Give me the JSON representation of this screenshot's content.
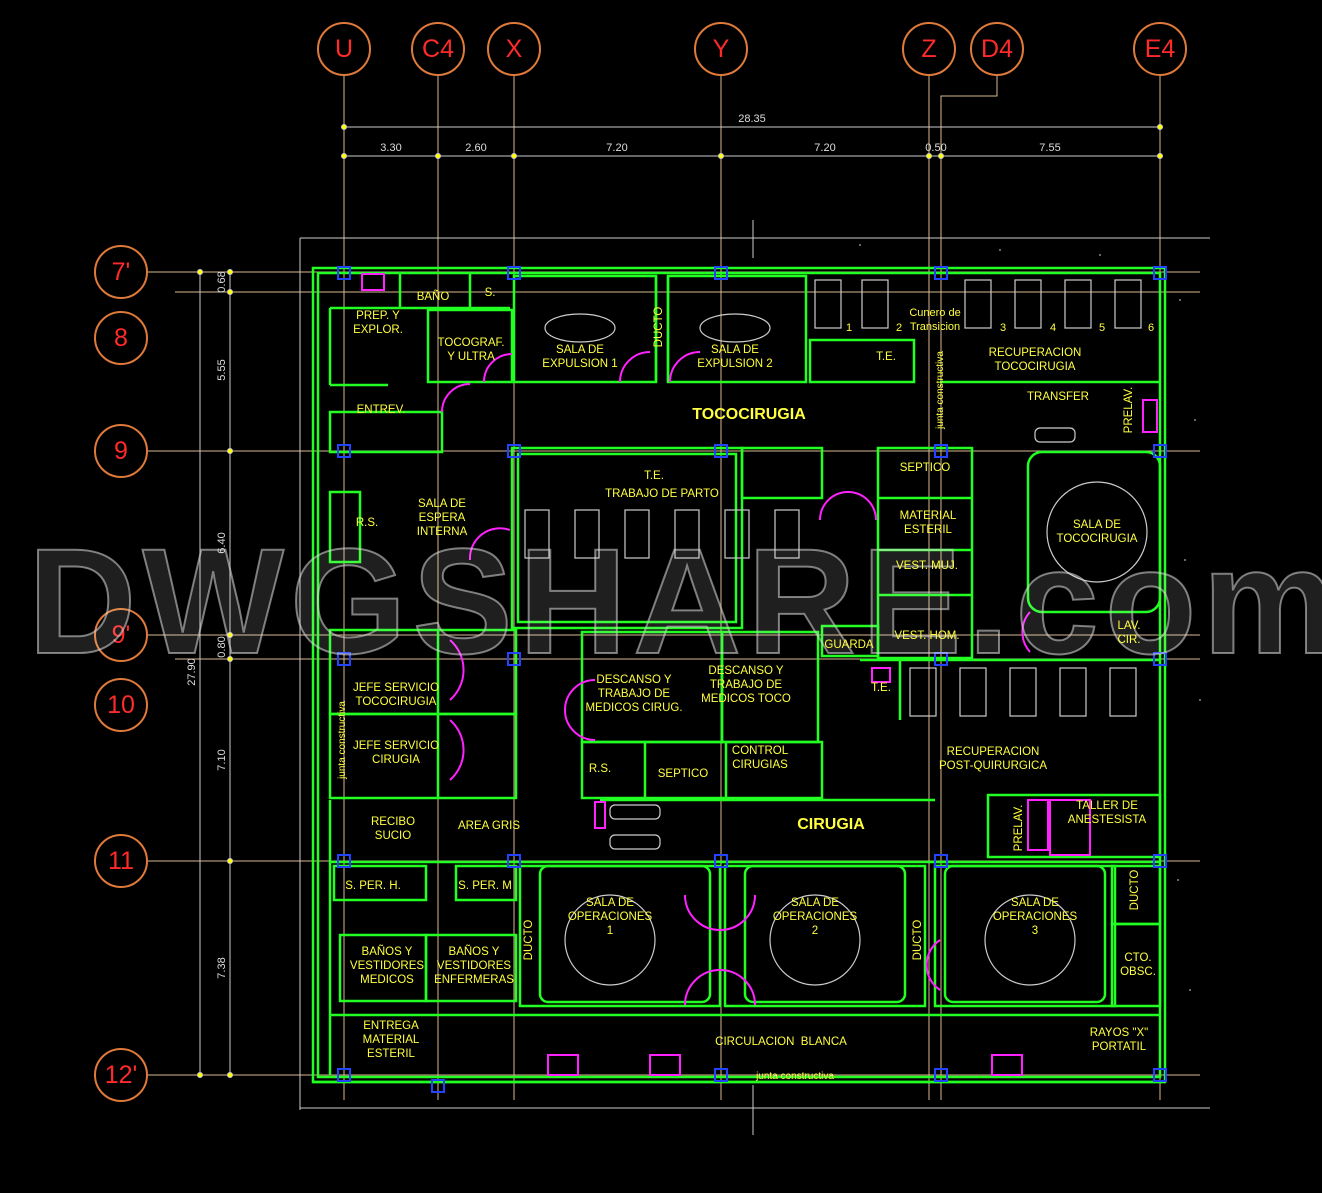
{
  "column_axes": [
    "U",
    "C4",
    "X",
    "Y",
    "Z",
    "D4",
    "E4"
  ],
  "row_axes": [
    "7'",
    "8",
    "9",
    "9'",
    "10",
    "11",
    "12'"
  ],
  "top_dimensions": {
    "total": "28.35",
    "segments": [
      "3.30",
      "2.60",
      "7.20",
      "7.20",
      "0.50",
      "7.55"
    ]
  },
  "left_dimensions": {
    "total": "27.90",
    "segments": [
      "0.68",
      "5.55",
      "6.40",
      "0.80",
      "7.10",
      "7.38"
    ]
  },
  "rooms": {
    "bano": "BAÑO",
    "s": "S.",
    "prep": "PREP. Y\nEXPLOR.",
    "tocograf": "TOCOGRAF.\nY ULTRA",
    "expulsion1": "SALA DE\nEXPULSION 1",
    "expulsion2": "SALA DE\nEXPULSION 2",
    "ducto": "DUCTO",
    "cunero": "Cunero de\nTransicion",
    "te": "T.E.",
    "recup_toco": "RECUPERACION\nTOCOCIRUGIA",
    "transfer": "TRANSFER",
    "prelav": "PRELAV.",
    "tococirugia": "TOCOCIRUGIA",
    "entrev": "ENTREV.",
    "trabajo_parto": "TRABAJO DE PARTO",
    "septico": "SEPTICO",
    "material_esteril": "MATERIAL\nESTERIL",
    "vest_muj": "VEST. MUJ.",
    "vest_hom": "VEST. HOM.",
    "sala_toco": "SALA DE\nTOCOCIRUGIA",
    "lav_cir": "LAV.\nCIR.",
    "rs": "R.S.",
    "sala_espera": "SALA DE\nESPERA\nINTERNA",
    "guarda": "GUARDA",
    "jefe_toco": "JEFE SERVICIO\nTOCOCIRUGIA",
    "jefe_cir": "JEFE SERVICIO\nCIRUGIA",
    "descanso_cir": "DESCANSO Y\nTRABAJO DE\nMEDICOS CIRUG.",
    "descanso_toco": "DESCANSO Y\nTRABAJO DE\nMEDICOS TOCO",
    "control": "CONTROL\nCIRUGIAS",
    "recup_post": "RECUPERACION\nPOST-QUIRURGICA",
    "recibo": "RECIBO\nSUCIO",
    "area_gris": "AREA GRIS",
    "cirugia": "CIRUGIA",
    "taller": "TALLER DE\nANESTESISTA",
    "sper_h": "S. PER. H.",
    "sper_m": "S. PER. M",
    "op1": "SALA DE\nOPERACIONES\n1",
    "op2": "SALA DE\nOPERACIONES\n2",
    "op3": "SALA DE\nOPERACIONES\n3",
    "banos_med": "BAÑOS Y\nVESTIDORES\nMEDICOS",
    "banos_enf": "BAÑOS Y\nVESTIDORES\nENFERMERAS",
    "cto_obsc": "CTO.\nOBSC.",
    "entrega": "ENTREGA\nMATERIAL\nESTERIL",
    "circulacion": "CIRCULACION  BLANCA",
    "rayos": "RAYOS \"X\"\nPORTATIL",
    "junta": "junta constructiva"
  },
  "bed_numbers": [
    "1",
    "2",
    "3",
    "4",
    "5",
    "6"
  ],
  "watermark": "DWGSHARE.com",
  "colors": {
    "wall": "#22ff22",
    "door": "#ff22ff",
    "column": "#2244ff",
    "axis": "#d8b890",
    "label": "#ffff40",
    "axis_bubble": "#e07a3a",
    "axis_text": "#ff2a2a"
  }
}
